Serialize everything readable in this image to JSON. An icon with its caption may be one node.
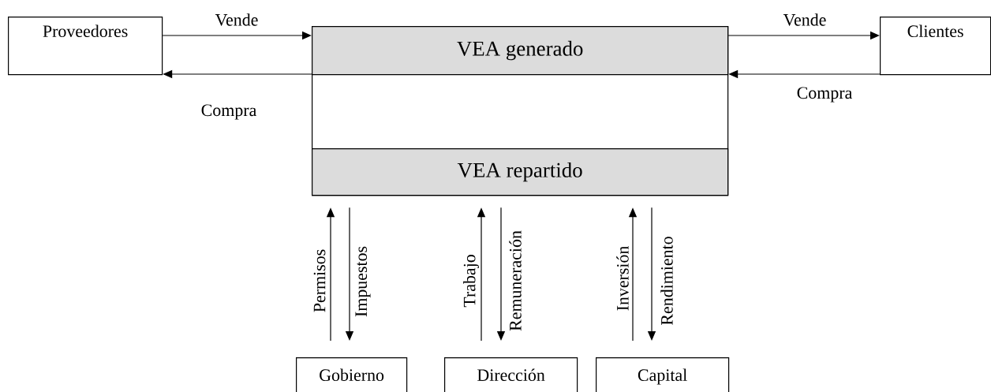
{
  "diagram": {
    "nodes": [
      {
        "text": [
          "Proveedores"
        ]
      },
      {
        "text": [],
        "shape": "box"
      },
      {
        "text": [
          "VEA generado"
        ],
        "in": 1
      },
      {
        "text": [
          "VEA repartido"
        ],
        "in": 1
      },
      {
        "text": [
          "Clientes"
        ]
      },
      {
        "text": [
          "Gobierno"
        ]
      },
      {
        "text": [
          "Dirección"
        ]
      },
      {
        "text": [
          "Capital"
        ]
      }
    ],
    "edges": [
      {
        "from": 0,
        "to": 2,
        "arrow": "to",
        "label": "Vende"
      },
      {
        "from": 2,
        "to": 0,
        "arrow": "to",
        "label": "Compra"
      },
      {
        "from": 2,
        "to": 4,
        "arrow": "to",
        "label": "Vende"
      },
      {
        "from": 4,
        "to": 2,
        "arrow": "to",
        "label": "Compra"
      },
      {
        "from": 5,
        "to": 3,
        "arrow": "to",
        "label": "Permisos"
      },
      {
        "from": 3,
        "to": 5,
        "arrow": "to",
        "label": "Impuestos"
      },
      {
        "from": 6,
        "to": 3,
        "arrow": "to",
        "label": "Trabajo"
      },
      {
        "from": 3,
        "to": 6,
        "arrow": "to",
        "label": "Remuneración"
      },
      {
        "from": 7,
        "to": 3,
        "arrow": "to",
        "label": "Inversión"
      },
      {
        "from": 3,
        "to": 7,
        "arrow": "to",
        "label": "Rendimiento"
      }
    ]
  }
}
